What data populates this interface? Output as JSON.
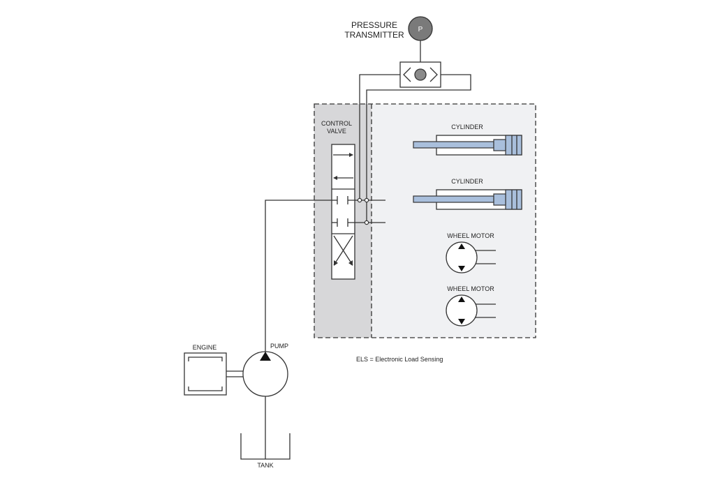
{
  "labels": {
    "pressure_transmitter_line1": "PRESSURE",
    "pressure_transmitter_line2": "TRANSMITTER",
    "pressure_symbol": "P",
    "control_valve_line1": "CONTROL",
    "control_valve_line2": "VALVE",
    "cylinder_1": "CYLINDER",
    "cylinder_2": "CYLINDER",
    "wheel_motor_1": "WHEEL MOTOR",
    "wheel_motor_2": "WHEEL MOTOR",
    "engine": "ENGINE",
    "pump": "PUMP",
    "tank": "TANK",
    "legend": "ELS = Electronic Load Sensing"
  },
  "colors": {
    "valve_panel": "#d7d7d9",
    "actuator_panel": "#f0f1f3",
    "cylinder_rod": "#a9bfdc",
    "gauge": "#7a7a7a",
    "line": "#333333"
  }
}
